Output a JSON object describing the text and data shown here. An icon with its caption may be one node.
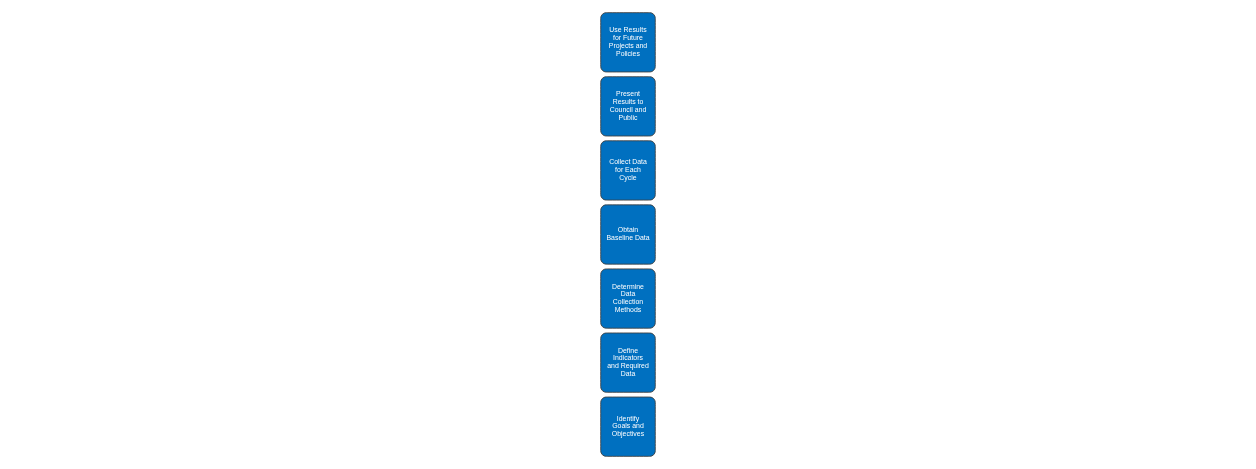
{
  "diagram": {
    "nodes": [
      {
        "text": [
          "Identify Goals and Objectives"
        ]
      },
      {
        "text": [
          "Define Indicators and Required Data"
        ]
      },
      {
        "text": [
          "Determine Data Collection Methods"
        ]
      },
      {
        "text": [
          "Obtain Baseline Data"
        ]
      },
      {
        "text": [
          "Collect Data for Each Cycle"
        ]
      },
      {
        "text": [
          "Present Results to Council and Public"
        ]
      },
      {
        "text": [
          "Use Results for Future Projects and Policies"
        ]
      }
    ]
  }
}
